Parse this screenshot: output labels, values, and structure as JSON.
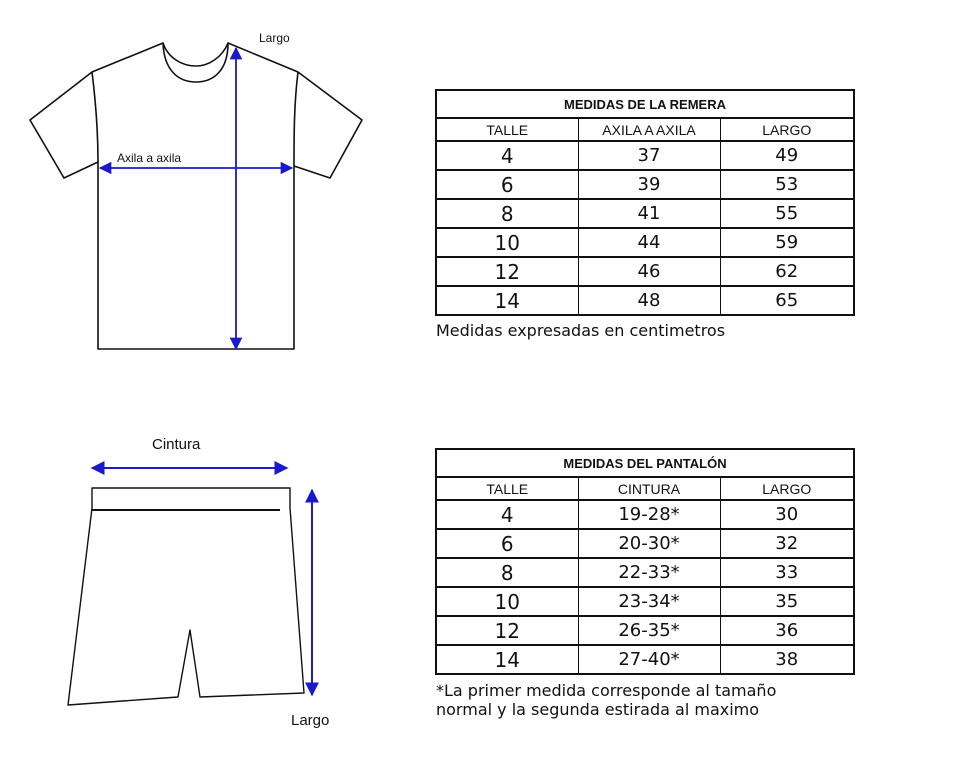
{
  "shirt": {
    "label_largo": "Largo",
    "label_axila": "Axila a axila",
    "table_title": "MEDIDAS DE LA REMERA",
    "headers": [
      "TALLE",
      "AXILA A AXILA",
      "LARGO"
    ],
    "rows": [
      [
        "4",
        "37",
        "49"
      ],
      [
        "6",
        "39",
        "53"
      ],
      [
        "8",
        "41",
        "55"
      ],
      [
        "10",
        "44",
        "59"
      ],
      [
        "12",
        "46",
        "62"
      ],
      [
        "14",
        "48",
        "65"
      ]
    ],
    "note": "Medidas expresadas en centimetros"
  },
  "pants": {
    "label_cintura": "Cintura",
    "label_largo": "Largo",
    "table_title": "MEDIDAS DEL PANTALÓN",
    "headers": [
      "TALLE",
      "CINTURA",
      "LARGO"
    ],
    "rows": [
      [
        "4",
        "19-28*",
        "30"
      ],
      [
        "6",
        "20-30*",
        "32"
      ],
      [
        "8",
        "22-33*",
        "33"
      ],
      [
        "10",
        "23-34*",
        "35"
      ],
      [
        "12",
        "26-35*",
        "36"
      ],
      [
        "14",
        "27-40*",
        "38"
      ]
    ],
    "note_line1": "*La primer medida corresponde al tamaño",
    "note_line2": "normal y la segunda estirada al maximo"
  },
  "colors": {
    "arrow": "#1a1acc",
    "line": "#111111"
  }
}
